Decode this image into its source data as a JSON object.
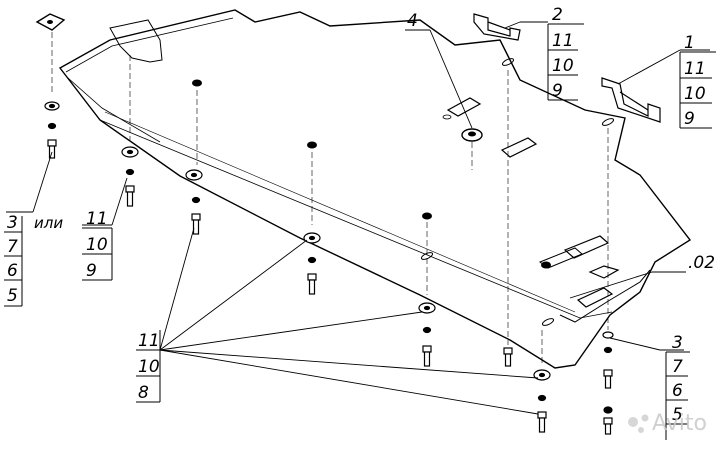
{
  "callouts": {
    "part2": [
      "2",
      "11",
      "10",
      "9"
    ],
    "part1": [
      "1",
      "11",
      "10",
      "9"
    ],
    "part4": "4",
    "part02": ".02",
    "left_bolt": [
      "3",
      "7",
      "6",
      "5"
    ],
    "left_alt_word": "или",
    "left_mid": [
      "11",
      "10",
      "9"
    ],
    "bottom_left": [
      "11",
      "10",
      "8"
    ],
    "bottom_right": [
      "3",
      "7",
      "6",
      "5"
    ]
  },
  "watermark": "Avito",
  "colors": {
    "line": "#000000",
    "background": "#ffffff",
    "watermark": "#c8c8c8"
  }
}
